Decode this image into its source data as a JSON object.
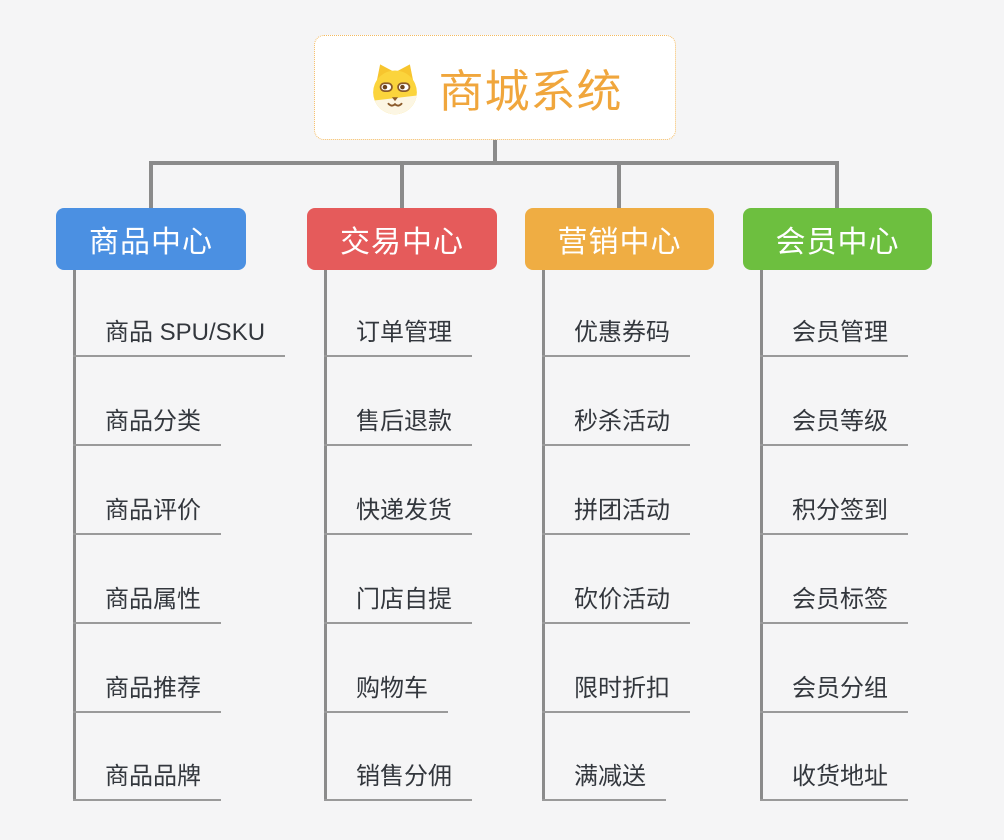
{
  "root": {
    "title": "商城系统",
    "icon": "shiba-dog-icon"
  },
  "colors": {
    "title_text": "#F0A63C",
    "root_border": "#F3BA60",
    "connector": "#8B8B8B",
    "underline": "#9A9A9A",
    "leaf_text": "#33373D",
    "background": "#F5F5F6"
  },
  "branches": [
    {
      "label": "商品中心",
      "color": "#4B90E2",
      "items": [
        "商品 SPU/SKU",
        "商品分类",
        "商品评价",
        "商品属性",
        "商品推荐",
        "商品品牌"
      ]
    },
    {
      "label": "交易中心",
      "color": "#E55B5B",
      "items": [
        "订单管理",
        "售后退款",
        "快递发货",
        "门店自提",
        "购物车",
        "销售分佣"
      ]
    },
    {
      "label": "营销中心",
      "color": "#EFAD43",
      "items": [
        "优惠券码",
        "秒杀活动",
        "拼团活动",
        "砍价活动",
        "限时折扣",
        "满减送"
      ]
    },
    {
      "label": "会员中心",
      "color": "#6DBF3F",
      "items": [
        "会员管理",
        "会员等级",
        "积分签到",
        "会员标签",
        "会员分组",
        "收货地址"
      ]
    }
  ]
}
